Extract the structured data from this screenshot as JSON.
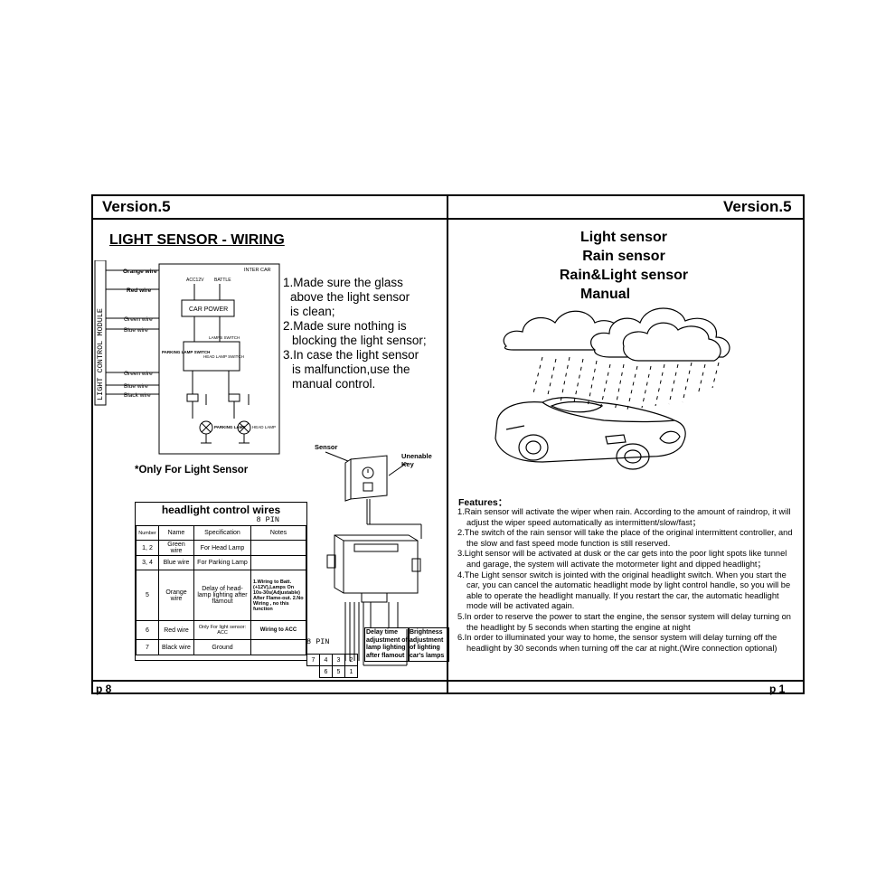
{
  "left_page": {
    "version": "Version.5",
    "title": "LIGHT SENSOR - WIRING",
    "diagram": {
      "module_label": "LIGHT CONTROL MODULE",
      "wires": [
        "Orange wire",
        "Red wire",
        "Green wire",
        "Blue wire",
        "Green wire",
        "Blue wire",
        "Black wire"
      ],
      "inter_car": "INTER CAR",
      "acc": "ACC12V",
      "battle": "BATTLE",
      "car_power": "CAR POWER",
      "lamps_switch": "LAMPS SWITCH",
      "parking_lamp_switch": "PARKING LAMP SWITCH",
      "head_lamp_switch": "HEAD LAMP SWITCH",
      "parking_lamp": "PARKING LAMP",
      "head_lamp": "HEAD LAMP"
    },
    "instructions": [
      "1.Made sure the glass",
      "above the light sensor",
      "is clean;",
      "2.Made sure nothing is",
      "blocking the light sensor;",
      "3.In case the light sensor",
      "is   malfunction,use the",
      "manual control."
    ],
    "note": "*Only For Light Sensor",
    "table": {
      "title": "headlight control wires",
      "headers": [
        "Number",
        "Name",
        "Specification",
        "Notes"
      ],
      "rows": [
        [
          "1, 2",
          "Green wire",
          "For Head Lamp",
          ""
        ],
        [
          "3, 4",
          "Blue wire",
          "For Parking Lamp",
          ""
        ],
        [
          "5",
          "Orange wire",
          "Delay of head-lamp lighting after flamout",
          "1.Wiring to Batt.(+12V),Lamps On 10s-30s(Adjustable) After Flame-out. 2.No Wiring , no this function"
        ],
        [
          "6",
          "Red wire",
          "Only For light sensor: ACC",
          "Wiring to ACC"
        ],
        [
          "7",
          "Black wire",
          "Ground",
          ""
        ]
      ]
    },
    "pin_label_top": "8 PIN",
    "pin_label_bottom": "8 PIN",
    "pins_top": [
      "7",
      "4",
      "3",
      "2"
    ],
    "pins_bottom": [
      "6",
      "5",
      "1"
    ],
    "sensor_label": "Sensor",
    "unenable_key_label": "Unenable Key",
    "delay_label": "Delay time adjustment of lamp lighting after flamout",
    "brightness_label": "Brightness adjustment of lighting car's lamps",
    "page_number": "p 8"
  },
  "right_page": {
    "version": "Version.5",
    "title_lines": [
      "Light sensor",
      "Rain  sensor",
      "Rain&Light sensor",
      "Manual"
    ],
    "features_heading": "Features：",
    "features": [
      "1.Rain sensor will activate the wiper when rain. According to the amount of raindrop, it will adjust the wiper speed automatically as intermittent/slow/fast；",
      "2.The switch of the rain sensor will take the place of the original intermittent controller, and the slow and fast speed mode function is still reserved.",
      "3.Light sensor will be activated at dusk or the car gets into the poor light spots like tunnel and garage, the system will activate the motormeter light and dipped headlight；",
      "4.The Light sensor switch is jointed with the original headlight switch. When you start the car, you can cancel the automatic headlight mode by light control handle, so you will be able to operate the headlight manually. If you restart the car, the automatic headlight mode will be activated again.",
      "5.In order to reserve the power to start the engine, the sensor system will delay turning on the  headlight by 5 seconds when starting the engine at night",
      "6.In order to illuminated your way to home, the sensor system will delay turning off the headlight  by 30 seconds when turning off the car at night.(Wire connection optional)"
    ],
    "page_number": "p 1"
  }
}
